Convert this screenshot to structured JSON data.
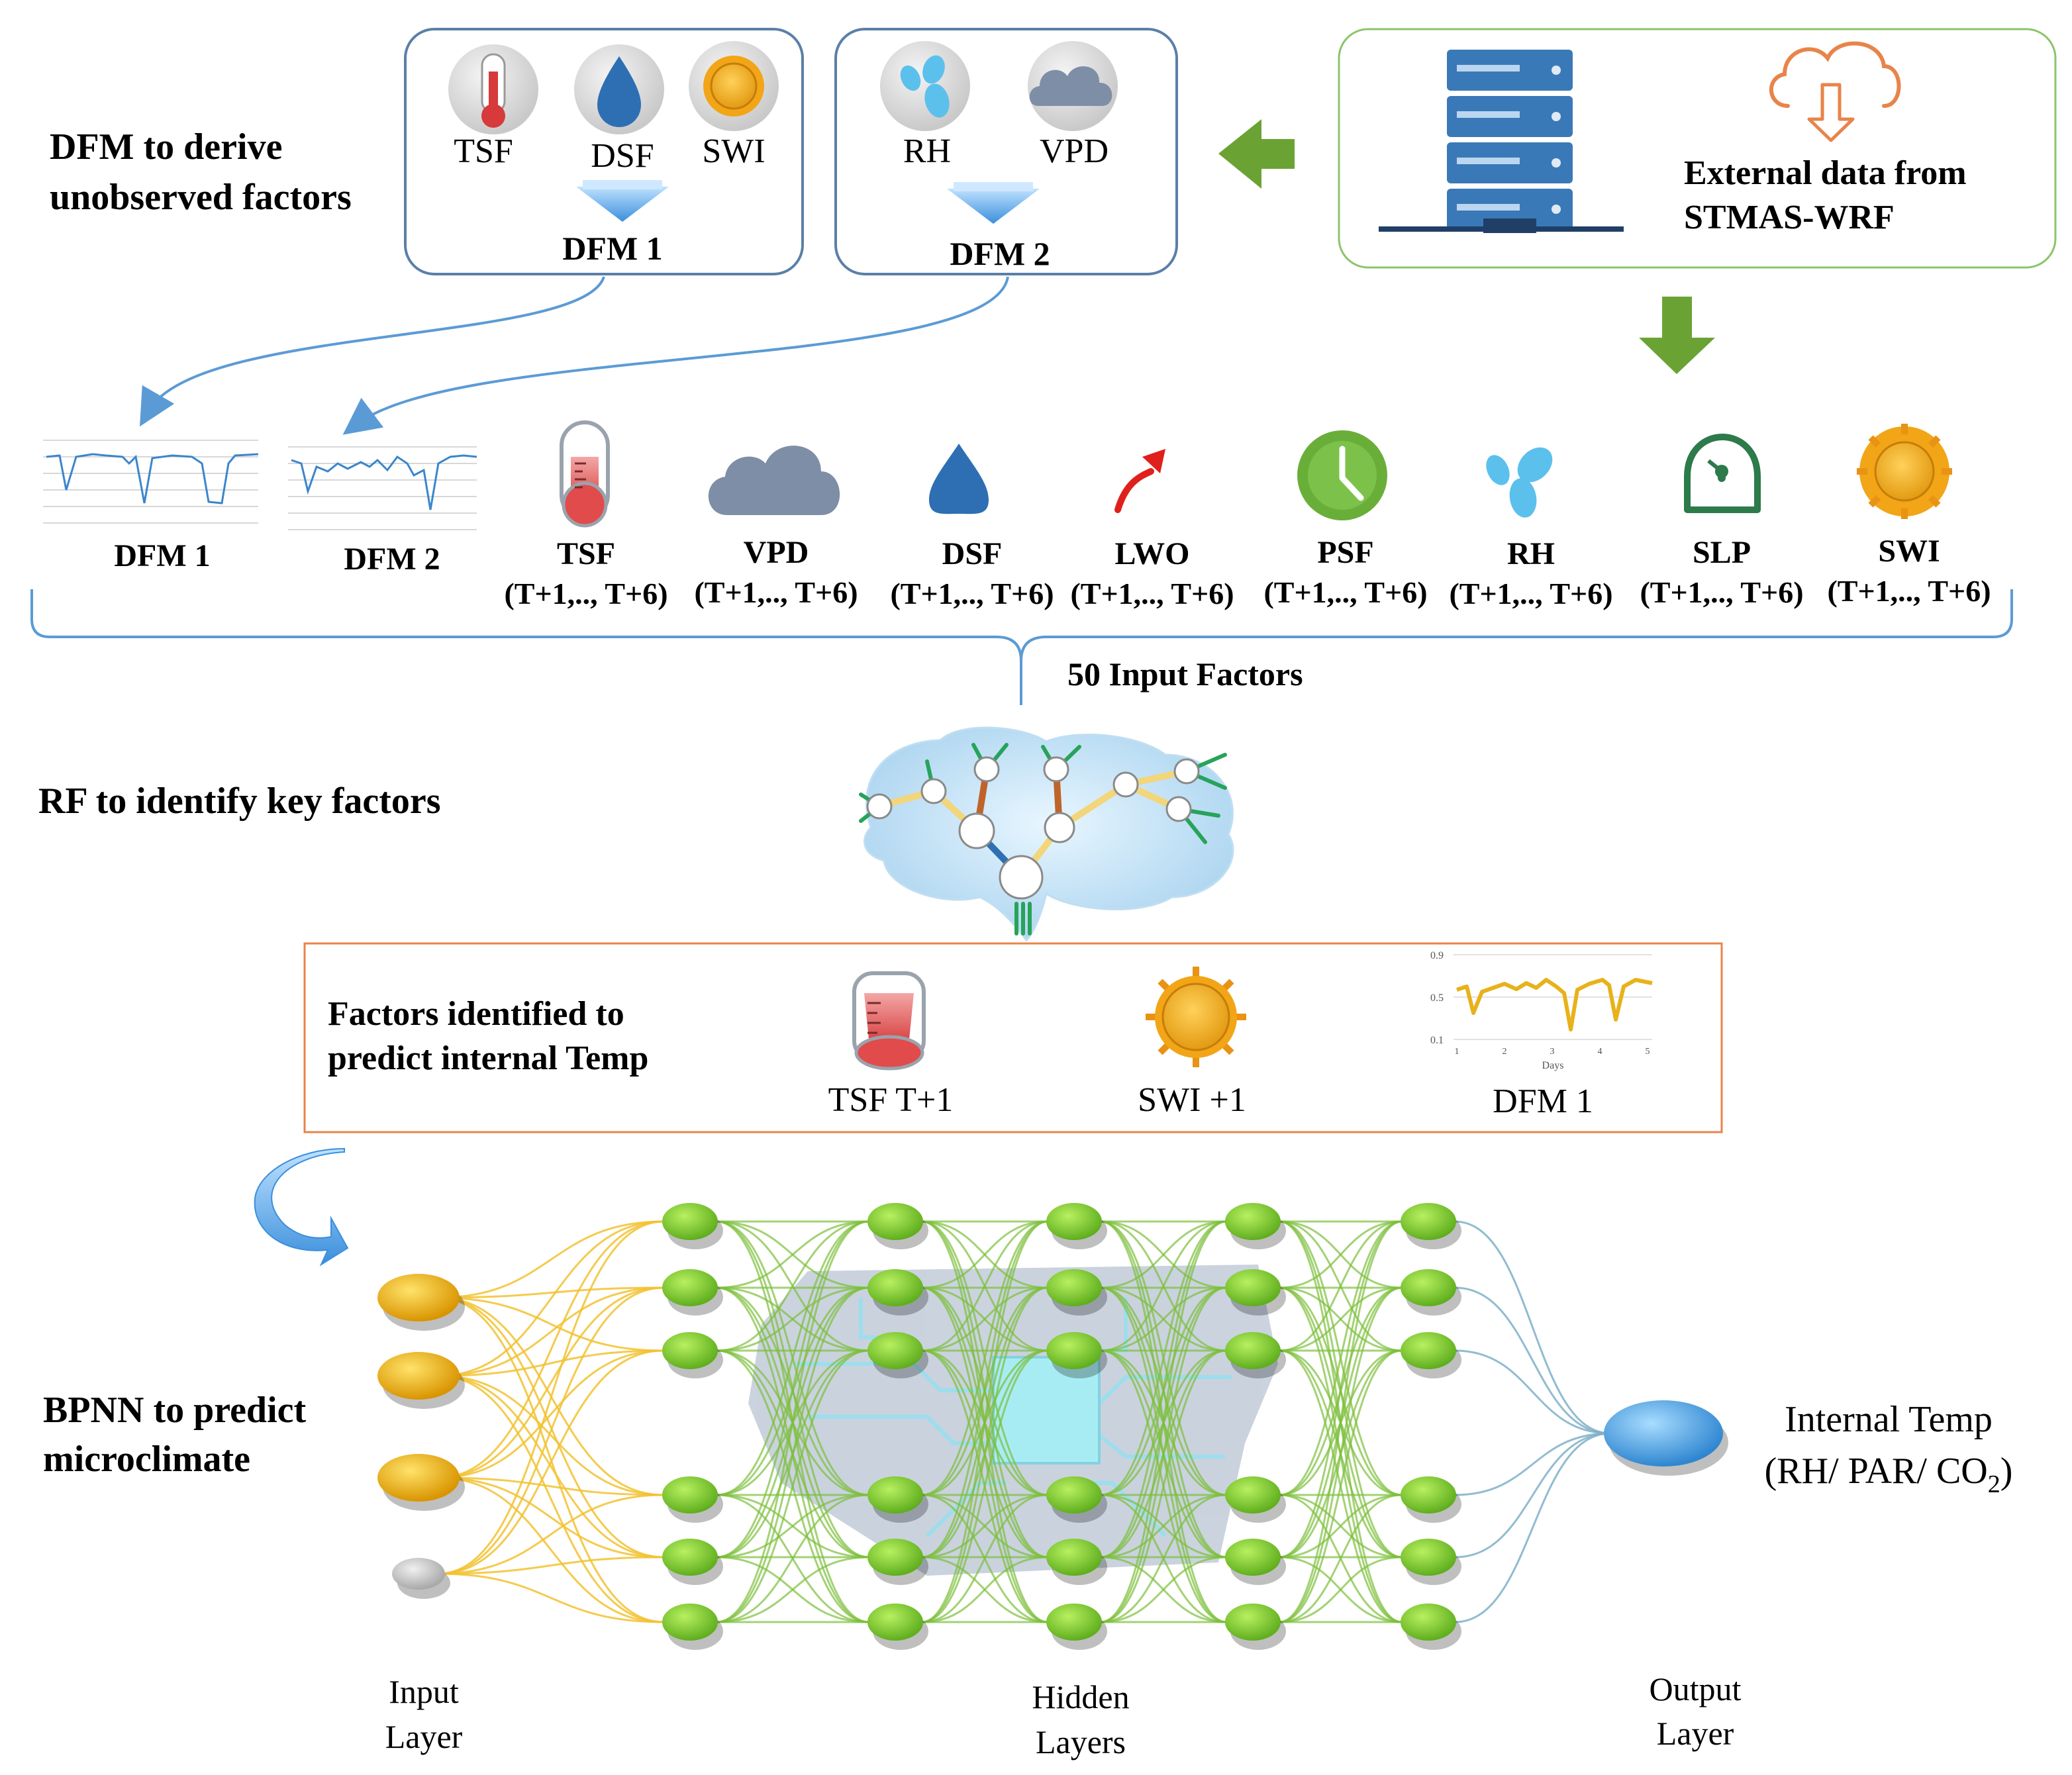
{
  "dfm_section": {
    "heading_line1": "DFM to derive",
    "heading_line2": "unobserved factors",
    "box1": {
      "labels": [
        "TSF",
        "DSF",
        "SWI"
      ],
      "title": "DFM 1"
    },
    "box2": {
      "labels": [
        "RH",
        "VPD"
      ],
      "title": "DFM 2"
    }
  },
  "external": {
    "line1": "External data from",
    "line2": "STMAS-WRF"
  },
  "input_factors": {
    "dfm1_label": "DFM 1",
    "dfm2_label": "DFM 2",
    "items": [
      {
        "name": "TSF",
        "range": "(T+1,.., T+6)",
        "icon": "thermometer-icon"
      },
      {
        "name": "VPD",
        "range": "(T+1,.., T+6)",
        "icon": "cloud-icon"
      },
      {
        "name": "DSF",
        "range": "(T+1,.., T+6)",
        "icon": "water-drop-icon"
      },
      {
        "name": "LWO",
        "range": "(T+1,.., T+6)",
        "icon": "trend-arrow-icon"
      },
      {
        "name": "PSF",
        "range": "(T+1,.., T+6)",
        "icon": "clock-icon"
      },
      {
        "name": "RH",
        "range": "(T+1,.., T+6)",
        "icon": "droplets-icon"
      },
      {
        "name": "SLP",
        "range": "(T+1,.., T+6)",
        "icon": "gauge-icon"
      },
      {
        "name": "SWI",
        "range": "(T+1,.., T+6)",
        "icon": "sun-icon"
      }
    ],
    "total_label": "50 Input Factors"
  },
  "rf_section": {
    "heading": "RF to identify key factors"
  },
  "key_factors": {
    "heading_line1": "Factors identified to",
    "heading_line2": "predict internal Temp",
    "items": [
      "TSF T+1",
      "SWI +1",
      "DFM 1"
    ],
    "mini_chart": {
      "y_ticks": [
        "0.9",
        "0.5",
        "0.1"
      ],
      "x_ticks": [
        "1",
        "2",
        "3",
        "4",
        "5"
      ],
      "x_label": "Days"
    }
  },
  "bpnn_section": {
    "heading_line1": "BPNN to predict",
    "heading_line2": "microclimate",
    "input_layer": [
      "Input",
      "Layer"
    ],
    "hidden_layers": [
      "Hidden",
      "Layers"
    ],
    "output_layer": [
      "Output",
      "Layer"
    ],
    "output_line1": "Internal Temp",
    "output_line2_prefix": "(RH/ PAR/ CO",
    "output_line2_sub": "2",
    "output_line2_suffix": ")"
  },
  "colors": {
    "box_stroke": "#5a7fa8",
    "green_arrow": "#6aa334",
    "orange": "#e8844a",
    "neuron_green": "#8cd63a",
    "neuron_yellow": "#f0b400",
    "output_blue": "#4aa3e8",
    "link_blue": "#5b9bd5"
  }
}
